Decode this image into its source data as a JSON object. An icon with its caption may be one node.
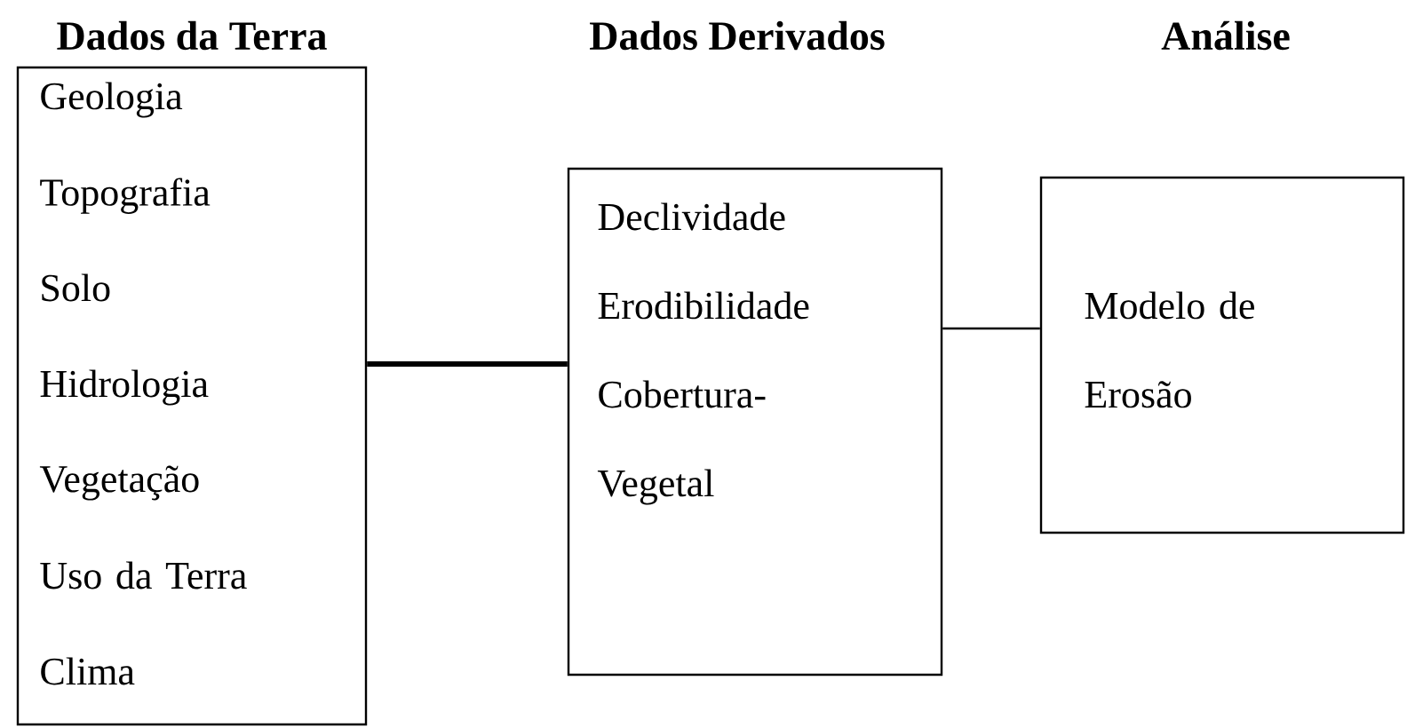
{
  "diagram": {
    "nodes": [
      {
        "text": [
          "Dados da Terra",
          "Geologia",
          "Topografia",
          "Solo",
          "Hidrologia",
          "Vegetação",
          "Uso da Terra",
          "Clima"
        ]
      },
      {
        "text": [
          "Dados Derivados",
          "Declividade",
          "Erodibilidade",
          "Cobertura- Vegetal"
        ]
      },
      {
        "text": [
          "Análise",
          "Modelo de Erosão"
        ]
      }
    ],
    "edges": [
      {
        "from": 0,
        "to": 1,
        "arrow": "none",
        "style": "thick"
      },
      {
        "from": 1,
        "to": 2,
        "arrow": "none"
      }
    ]
  }
}
